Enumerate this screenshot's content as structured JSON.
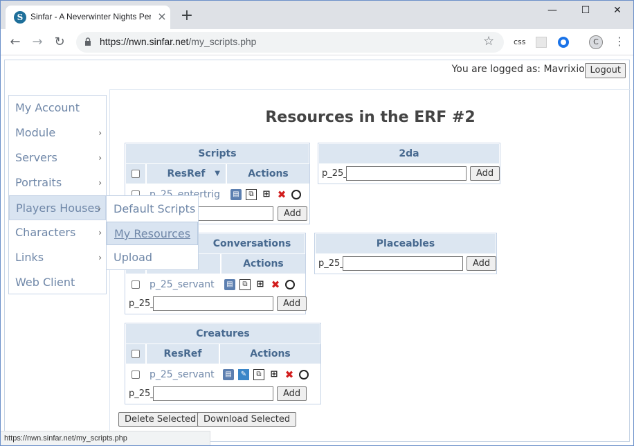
{
  "browser": {
    "tab_title": "Sinfar - A Neverwinter Nights Per",
    "tab_close": "×",
    "new_tab": "+",
    "window_controls": [
      "—",
      "☐",
      "✕"
    ],
    "url_host": "https://nwn.sinfar.net",
    "url_path": "/my_scripts.php",
    "extensions": [
      "css",
      "",
      ""
    ],
    "profile_initial": "C",
    "status_url": "https://nwn.sinfar.net/my_scripts.php"
  },
  "header": {
    "logged_in_text": "You are logged as: Mavrixio.",
    "logout_label": "Logout"
  },
  "sidebar": {
    "items": [
      {
        "label": "My Account",
        "arrow": ""
      },
      {
        "label": "Module",
        "arrow": "›"
      },
      {
        "label": "Servers",
        "arrow": "›"
      },
      {
        "label": "Portraits",
        "arrow": "›"
      },
      {
        "label": "Players Houses",
        "arrow": "›"
      },
      {
        "label": "Characters",
        "arrow": "›"
      },
      {
        "label": "Links",
        "arrow": "›"
      },
      {
        "label": "Web Client",
        "arrow": ""
      }
    ],
    "submenu": [
      "Default Scripts",
      "My Resources",
      "Upload"
    ]
  },
  "main": {
    "title": "Resources in the ERF #2",
    "scripts": {
      "title": "Scripts",
      "col_resref": "ResRef",
      "col_actions": "Actions",
      "sort_icon": "▼",
      "row_resref": "p_25_entertrig",
      "add_label": "Add"
    },
    "twoda": {
      "title": "2da",
      "prefix": "p_25_",
      "add_label": "Add"
    },
    "conversations": {
      "title": "Conversations",
      "col_actions": "Actions",
      "row_resref": "p_25_servant",
      "prefix": "p_25_",
      "add_label": "Add"
    },
    "placeables": {
      "title": "Placeables",
      "prefix": "p_25_",
      "add_label": "Add"
    },
    "creatures": {
      "title": "Creatures",
      "col_resref": "ResRef",
      "col_actions": "Actions",
      "row_resref": "p_25_servant",
      "prefix": "p_25_",
      "add_label": "Add"
    },
    "delete_selected": "Delete Selected",
    "download_selected": "Download Selected"
  },
  "icons": {
    "save": "save-icon",
    "copy": "copy-icon",
    "rename": "rename-icon",
    "delete": "delete-icon",
    "history": "history-icon",
    "edit": "edit-icon",
    "glyph_rename": "⊞",
    "glyph_delete": "✖"
  }
}
